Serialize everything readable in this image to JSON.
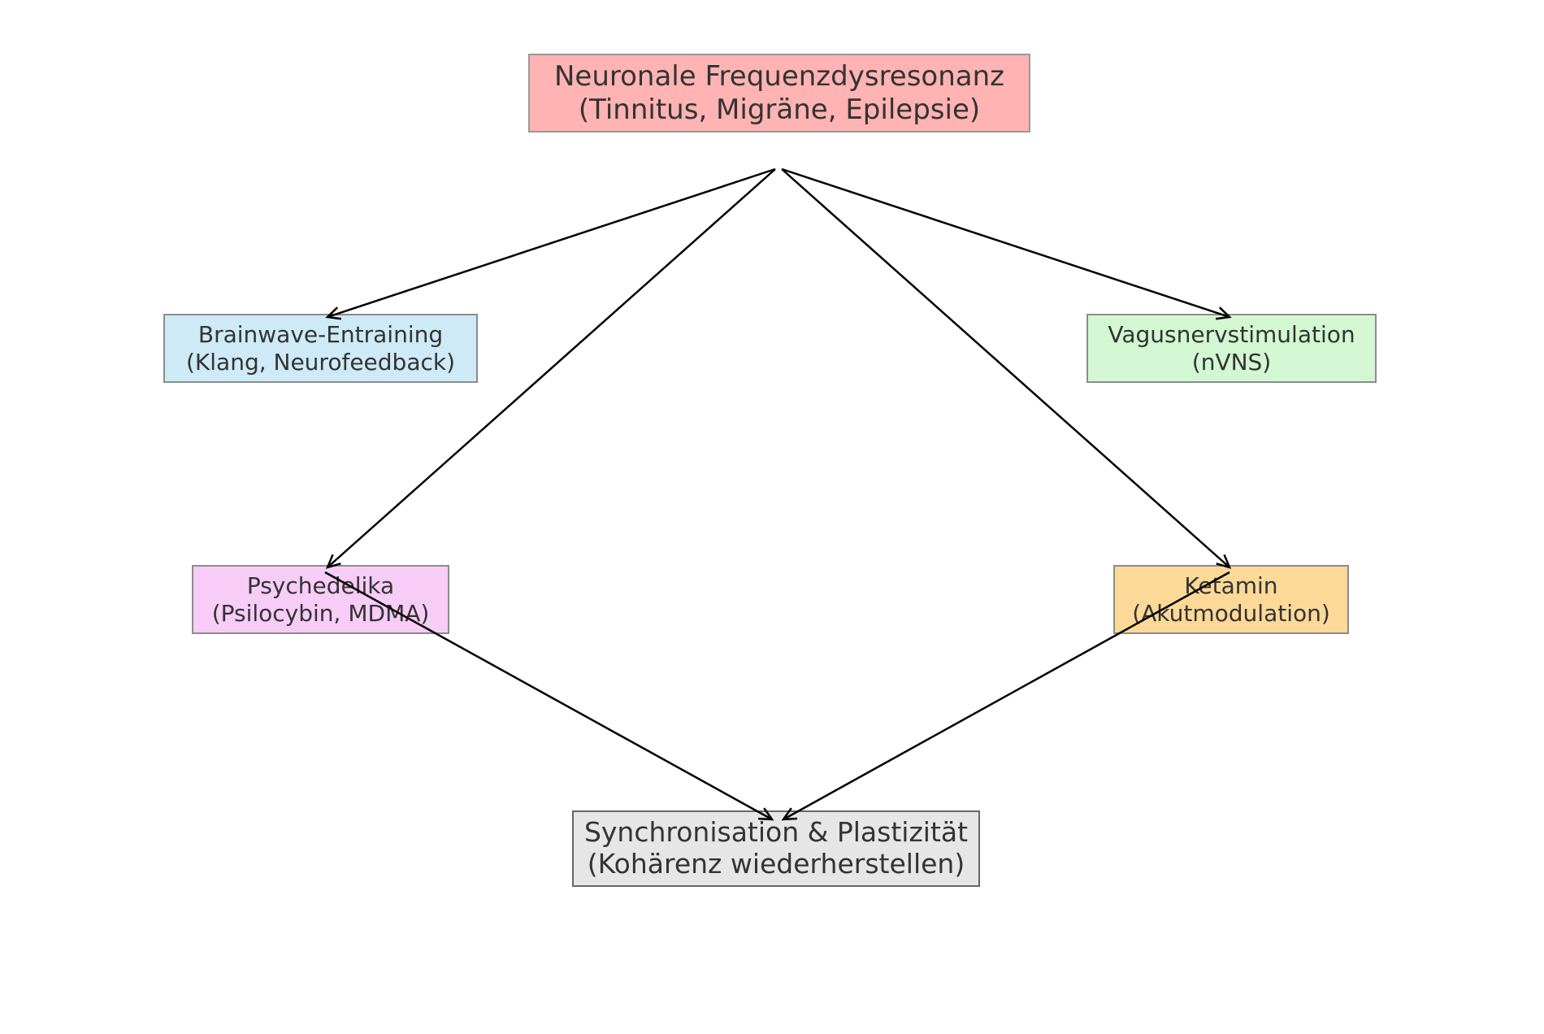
{
  "nodes": {
    "top": {
      "line1": "Neuronale Frequenzdysresonanz",
      "line2": "(Tinnitus, Migräne, Epilepsie)",
      "fill": "#ffb3b3",
      "border": "#999999"
    },
    "brainwave": {
      "line1": "Brainwave-Entraining",
      "line2": "(Klang, Neurofeedback)",
      "fill": "#cdeaf6",
      "border": "#8c8c8c"
    },
    "vagus": {
      "line1": "Vagusnervstimulation",
      "line2": "(nVNS)",
      "fill": "#d2f7d2",
      "border": "#8c8c8c"
    },
    "psychedelika": {
      "line1": "Psychedelika",
      "line2": "(Psilocybin, MDMA)",
      "fill": "#f7ccf7",
      "border": "#8c8c8c"
    },
    "ketamin": {
      "line1": "Ketamin",
      "line2": "(Akutmodulation)",
      "fill": "#fdd998",
      "border": "#8c8c8c"
    },
    "bottom": {
      "line1": "Synchronisation & Plastizität",
      "line2": "(Kohärenz wiederherstellen)",
      "fill": "#e6e6e6",
      "border": "#666666"
    }
  },
  "edges": [
    {
      "from": "top",
      "to": "brainwave"
    },
    {
      "from": "top",
      "to": "psychedelika"
    },
    {
      "from": "top",
      "to": "vagus"
    },
    {
      "from": "top",
      "to": "ketamin"
    },
    {
      "from": "psychedelika",
      "to": "bottom"
    },
    {
      "from": "ketamin",
      "to": "bottom"
    }
  ],
  "arrow_color": "#000000"
}
